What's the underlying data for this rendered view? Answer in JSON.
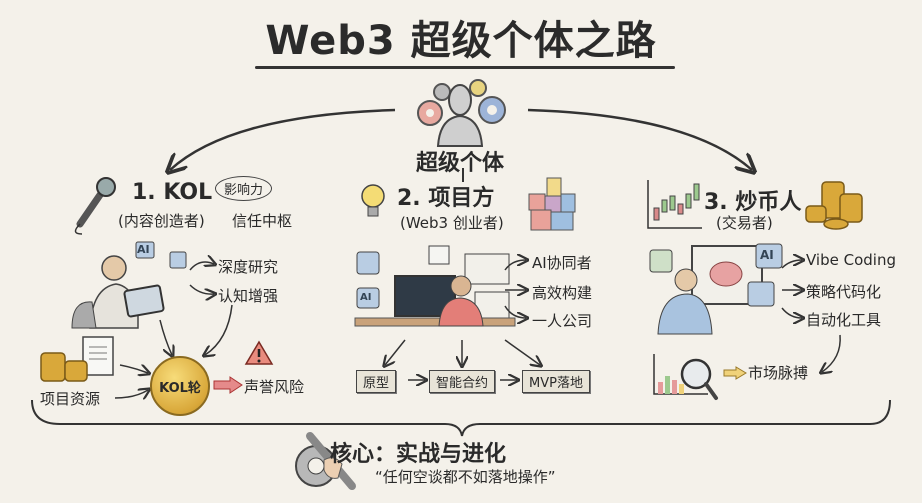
{
  "title": "Web3 超级个体之路",
  "hub": {
    "label": "超级个体",
    "icon": "person-with-gears-icon"
  },
  "sections": [
    {
      "title": "1. KOL",
      "subtitle": "(内容创造者)",
      "bubble": "影响力",
      "bubble_caption": "信任中枢",
      "outputs": [
        "深度研究",
        "认知增强"
      ],
      "resource_label": "项目资源",
      "coin_label": "KOL轮",
      "risk_label": "声誉风险",
      "tags": [
        "AI"
      ]
    },
    {
      "title": "2. 项目方",
      "subtitle": "(Web3 创业者)",
      "outputs": [
        "AI协同者",
        "高效构建",
        "一人公司"
      ],
      "pipeline": [
        "原型",
        "智能合约",
        "MVP落地"
      ],
      "tags": [
        "AI"
      ]
    },
    {
      "title": "3. 炒币人",
      "subtitle": "(交易者)",
      "outputs": [
        "Vibe Coding",
        "策略代码化",
        "自动化工具"
      ],
      "market_label": "市场脉搏",
      "tags": [
        "AI"
      ]
    }
  ],
  "core": {
    "title": "核心：实战与进化",
    "quote": "“任何空谈都不如落地操作”"
  },
  "colors": {
    "background": "#f4f1ea",
    "ink": "#2a2a2a",
    "coin": "#d9a83a",
    "risk": "#c0392b",
    "accent_blue": "#7fa3c8",
    "accent_red": "#e08a7a"
  }
}
